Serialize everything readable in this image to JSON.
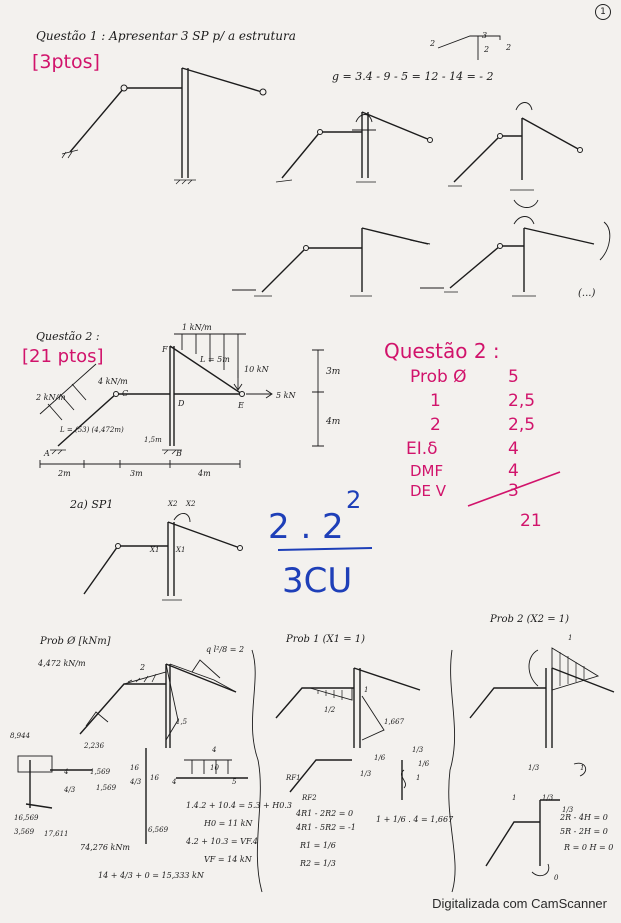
{
  "page_number": "1",
  "footer": "Digitalizada com CamScanner",
  "q1": {
    "title": "Questão 1 : Apresentar 3 SP p/ a estrutura",
    "points": "[3ptos]",
    "formula": "g = 3.4 - 9 - 5 = 12 - 14 = - 2",
    "ellipsis": "(...)"
  },
  "q2": {
    "title": "Questão 2 :",
    "points": "[21 ptos]",
    "loads": [
      "1 kN/m",
      "10 kN",
      "5 kN",
      "4 kN/m",
      "2 kN/m"
    ],
    "node_labels": [
      "F",
      "C",
      "D",
      "E",
      "A",
      "B"
    ],
    "dims": [
      "L = 5m",
      "L = (53) (4,472m)",
      "1,5m",
      "3m",
      "4m",
      "2m",
      "3m",
      "4m"
    ]
  },
  "grading": {
    "title": "Questão 2 :",
    "items": [
      {
        "label": "Prob Ø",
        "value": "5"
      },
      {
        "label": "1",
        "value": "2,5"
      },
      {
        "label": "2",
        "value": "2,5"
      },
      {
        "label": "EI.δ",
        "value": "4"
      },
      {
        "label": "DMF",
        "value": "4"
      },
      {
        "label": "DE V",
        "value": "3"
      }
    ],
    "total": "21"
  },
  "q2a": {
    "label": "2a) SP1",
    "x_labels": [
      "X2",
      "X2",
      "X1",
      "X1"
    ]
  },
  "blue_note": {
    "expr": "2 . 2",
    "exp": "2",
    "denom": "3CU"
  },
  "prob0": {
    "title": "Prob Ø [kNm]",
    "labels": [
      "4,472 kN/m",
      "q l²/8 = 2",
      "2",
      "2,236",
      "1,5",
      "8,944",
      "1,569",
      "4",
      "3,569",
      "4/3",
      "1,569",
      "16",
      "4/3",
      "6,569",
      "16",
      "4",
      "4",
      "10",
      "5",
      "16,569",
      "17,611",
      "74,276 kNm",
      "14 + 4/3 + 0 = 15,333 kN"
    ],
    "eqs": [
      "1.4.2 + 10.4 = 5.3 + H0.3",
      "H0 = 11 kN",
      "4.2 + 10.3 = VF.4",
      "VF = 14 kN"
    ]
  },
  "prob1": {
    "title": "Prob 1 (X1 = 1)",
    "labels": [
      "1/2",
      "1",
      "1,667",
      "1/3",
      "1/6",
      "1/6",
      "1/3",
      "1",
      "RF1",
      "RF2"
    ],
    "eqs": [
      "4R1 - 2R2 = 0",
      "4R1 - 5R2 = -1",
      "R1 = 1/6",
      "R2 = 1/3",
      "1 + 1/6 . 4 = 1,667"
    ]
  },
  "prob2": {
    "title": "Prob 2 (X2 = 1)",
    "labels": [
      "1",
      "1",
      "1/3",
      "1/3",
      "1/3",
      "1",
      "0"
    ],
    "eqs": [
      "2R - 4H = 0",
      "5R - 2H = 0",
      "R = 0  H = 0"
    ]
  }
}
